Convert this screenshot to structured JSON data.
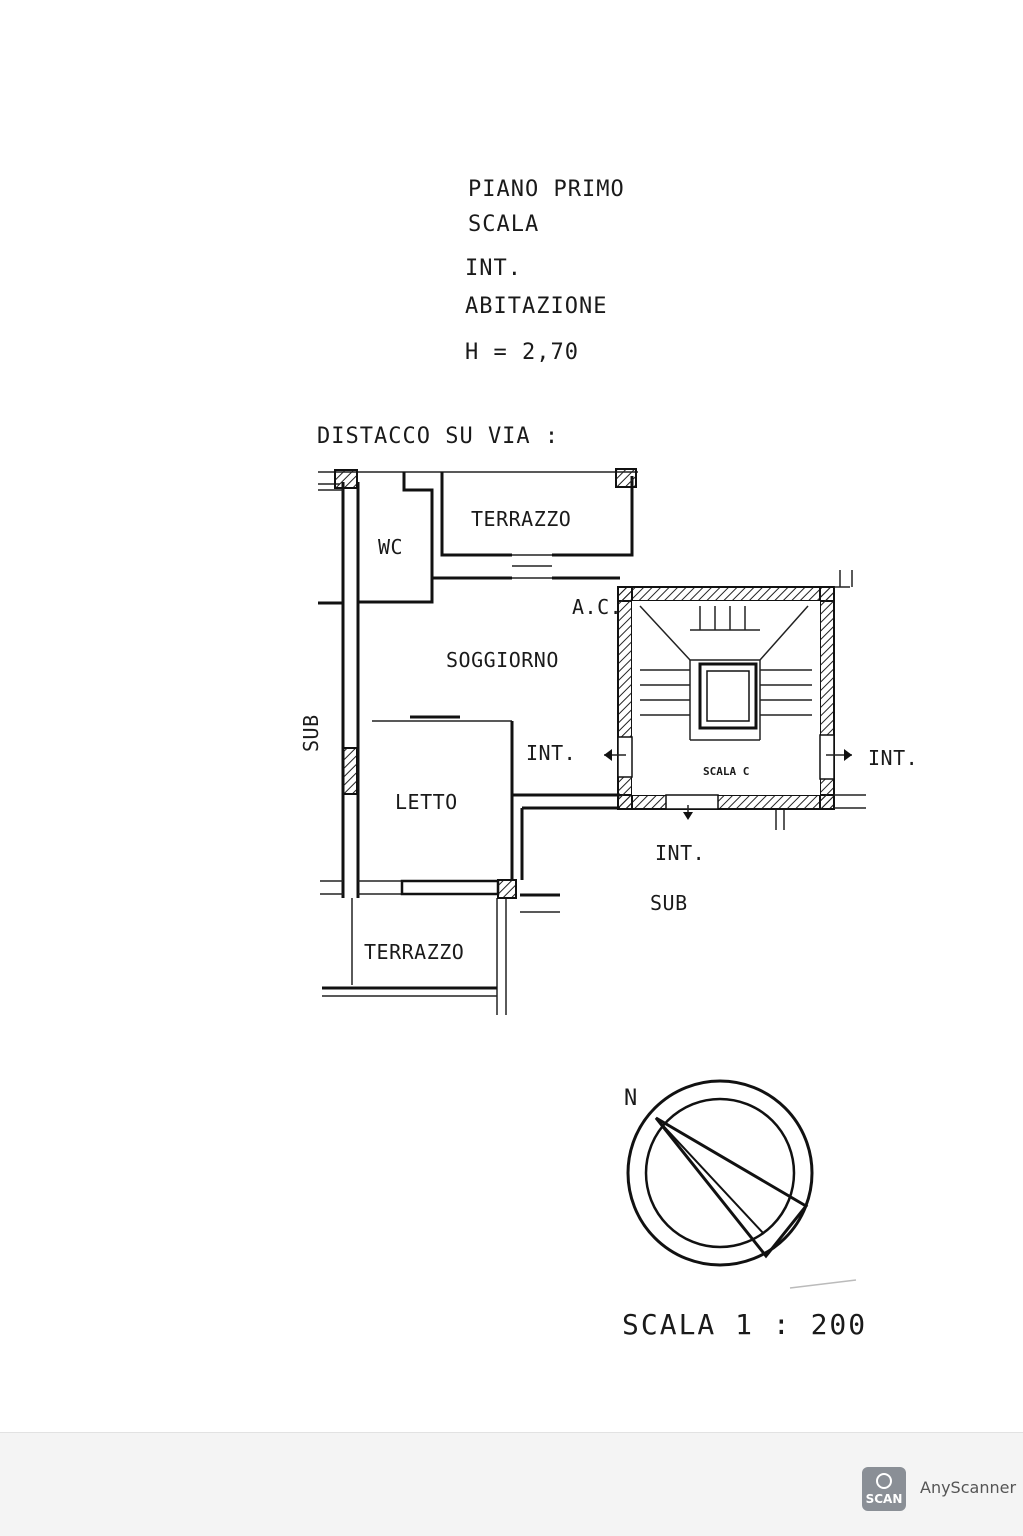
{
  "header": {
    "line1": "PIANO PRIMO",
    "line2": "SCALA",
    "line3": "INT.",
    "line4": "ABITAZIONE",
    "line5": "H = 2,70"
  },
  "distacco_label": "DISTACCO SU VIA :",
  "rooms": {
    "terrazzo_top": "TERRAZZO",
    "wc": "WC",
    "ac": "A.C.",
    "soggiorno": "SOGGIORNO",
    "letto": "LETTO",
    "terrazzo_bottom": "TERRAZZO",
    "scala_c": "SCALA C"
  },
  "labels": {
    "sub_left": "SUB",
    "int_soggiorno": "INT.",
    "int_right": "INT.",
    "int_bottom": "INT.",
    "sub_bottom": "SUB"
  },
  "compass": {
    "north": "N",
    "icon": "compass-icon"
  },
  "scale": "SCALA 1 : 200",
  "watermark": {
    "brand": "AnyScanner",
    "logo_text": "SCAN"
  }
}
